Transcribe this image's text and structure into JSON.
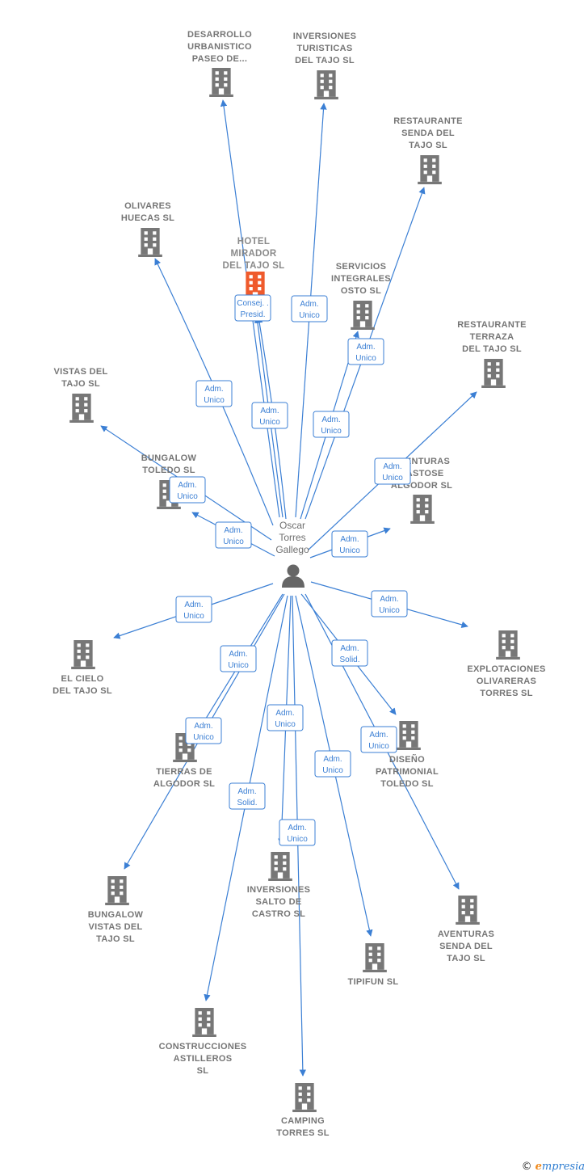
{
  "person": {
    "name_lines": [
      "Oscar",
      "Torres",
      "Gallego"
    ],
    "icon": "person-icon"
  },
  "colors": {
    "edge": "#3b7fd4",
    "building": "#777777",
    "building_highlight": "#ef5a2c",
    "role_border": "#3b7fd4"
  },
  "footer": {
    "copyright": "©",
    "brand_first": "e",
    "brand_rest": "mpresia"
  },
  "companies": [
    {
      "id": "desarrollo",
      "lines": [
        "DESARROLLO",
        "URBANISTICO",
        "PASEO DE..."
      ],
      "role_lines": [
        "Adm.",
        "Unico"
      ]
    },
    {
      "id": "inversiones-turisticas",
      "lines": [
        "INVERSIONES",
        "TURISTICAS",
        "DEL TAJO  SL"
      ],
      "role_lines": [
        "Adm.",
        "Unico"
      ]
    },
    {
      "id": "restaurante-senda",
      "lines": [
        "RESTAURANTE",
        "SENDA DEL",
        "TAJO  SL"
      ],
      "role_lines": [
        "Adm.",
        "Unico"
      ]
    },
    {
      "id": "olivares-huecas",
      "lines": [
        "OLIVARES",
        "HUECAS  SL"
      ],
      "role_lines": [
        "Adm.",
        "Unico"
      ]
    },
    {
      "id": "hotel-mirador",
      "lines": [
        "HOTEL",
        "MIRADOR",
        "DEL TAJO  SL"
      ],
      "role_lines": [
        "Consej. .",
        "Presid."
      ],
      "highlight": true
    },
    {
      "id": "servicios-integrales",
      "lines": [
        "SERVICIOS",
        "INTEGRALES",
        "OSTO  SL"
      ],
      "role_lines": [
        "Adm.",
        "Unico"
      ]
    },
    {
      "id": "restaurante-terraza",
      "lines": [
        "RESTAURANTE",
        "TERRAZA",
        "DEL TAJO  SL"
      ],
      "role_lines": [
        "Adm.",
        "Unico"
      ]
    },
    {
      "id": "vistas-tajo",
      "lines": [
        "VISTAS DEL",
        "TAJO  SL"
      ],
      "role_lines": [
        "Adm.",
        "Unico"
      ]
    },
    {
      "id": "bungalow-toledo",
      "lines": [
        "BUNGALOW",
        "TOLEDO  SL"
      ],
      "role_lines": [
        "Adm.",
        "Unico"
      ]
    },
    {
      "id": "aventuras-castose",
      "lines": [
        "AVENTURAS",
        "CASTOSE",
        "ALGODOR  SL"
      ],
      "role_lines": [
        "Adm.",
        "Unico"
      ]
    },
    {
      "id": "el-cielo",
      "lines": [
        "EL CIELO",
        "DEL TAJO  SL"
      ],
      "role_lines": [
        "Adm.",
        "Unico"
      ]
    },
    {
      "id": "explotaciones-olivareras",
      "lines": [
        "EXPLOTACIONES",
        "OLIVARERAS",
        "TORRES  SL"
      ],
      "role_lines": [
        "Adm.",
        "Unico"
      ]
    },
    {
      "id": "tierras-algodor",
      "lines": [
        "TIERRAS DE",
        "ALGODOR  SL"
      ],
      "role_lines": [
        "Adm.",
        "Unico"
      ]
    },
    {
      "id": "diseno-patrimonial",
      "lines": [
        "DISEÑO",
        "PATRIMONIAL",
        "TOLEDO  SL"
      ],
      "role_lines": [
        "Adm.",
        "Solid."
      ]
    },
    {
      "id": "bungalow-vistas",
      "lines": [
        "BUNGALOW",
        "VISTAS DEL",
        "TAJO  SL"
      ],
      "role_lines": [
        "Adm.",
        "Unico"
      ]
    },
    {
      "id": "inversiones-salto",
      "lines": [
        "INVERSIONES",
        "SALTO DE",
        "CASTRO  SL"
      ],
      "role_lines": [
        "Adm.",
        "Unico"
      ]
    },
    {
      "id": "aventuras-senda",
      "lines": [
        "AVENTURAS",
        "SENDA DEL",
        "TAJO  SL"
      ],
      "role_lines": [
        "Adm.",
        "Unico"
      ]
    },
    {
      "id": "tipifun",
      "lines": [
        "TIPIFUN  SL"
      ],
      "role_lines": [
        "Adm.",
        "Unico"
      ]
    },
    {
      "id": "construcciones-astilleros",
      "lines": [
        "CONSTRUCCIONES",
        "ASTILLEROS",
        "SL"
      ],
      "role_lines": [
        "Adm.",
        "Solid."
      ]
    },
    {
      "id": "camping-torres",
      "lines": [
        "CAMPING",
        "TORRES  SL"
      ],
      "role_lines": [
        "Adm.",
        "Unico"
      ]
    }
  ]
}
